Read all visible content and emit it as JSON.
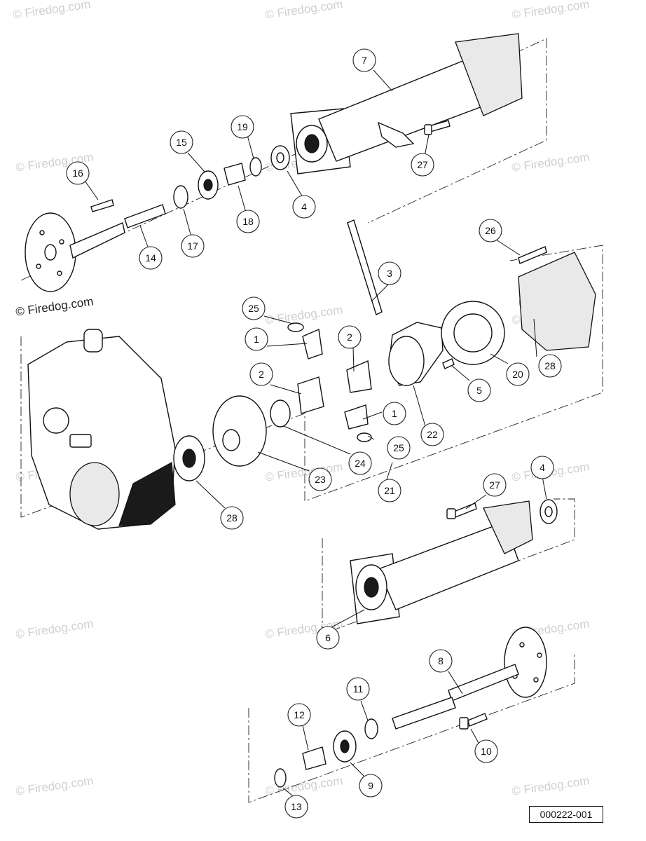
{
  "watermark": "© Firedog.com",
  "copyright_label": "© Firedog.com",
  "drawing_number": "000222-001",
  "callouts": [
    "7",
    "19",
    "15",
    "16",
    "27",
    "4",
    "18",
    "14",
    "17",
    "26",
    "3",
    "25",
    "1",
    "2",
    "20",
    "28",
    "5",
    "22",
    "25",
    "1",
    "2",
    "24",
    "23",
    "21",
    "28",
    "27",
    "4",
    "6",
    "8",
    "11",
    "12",
    "10",
    "9",
    "13"
  ]
}
